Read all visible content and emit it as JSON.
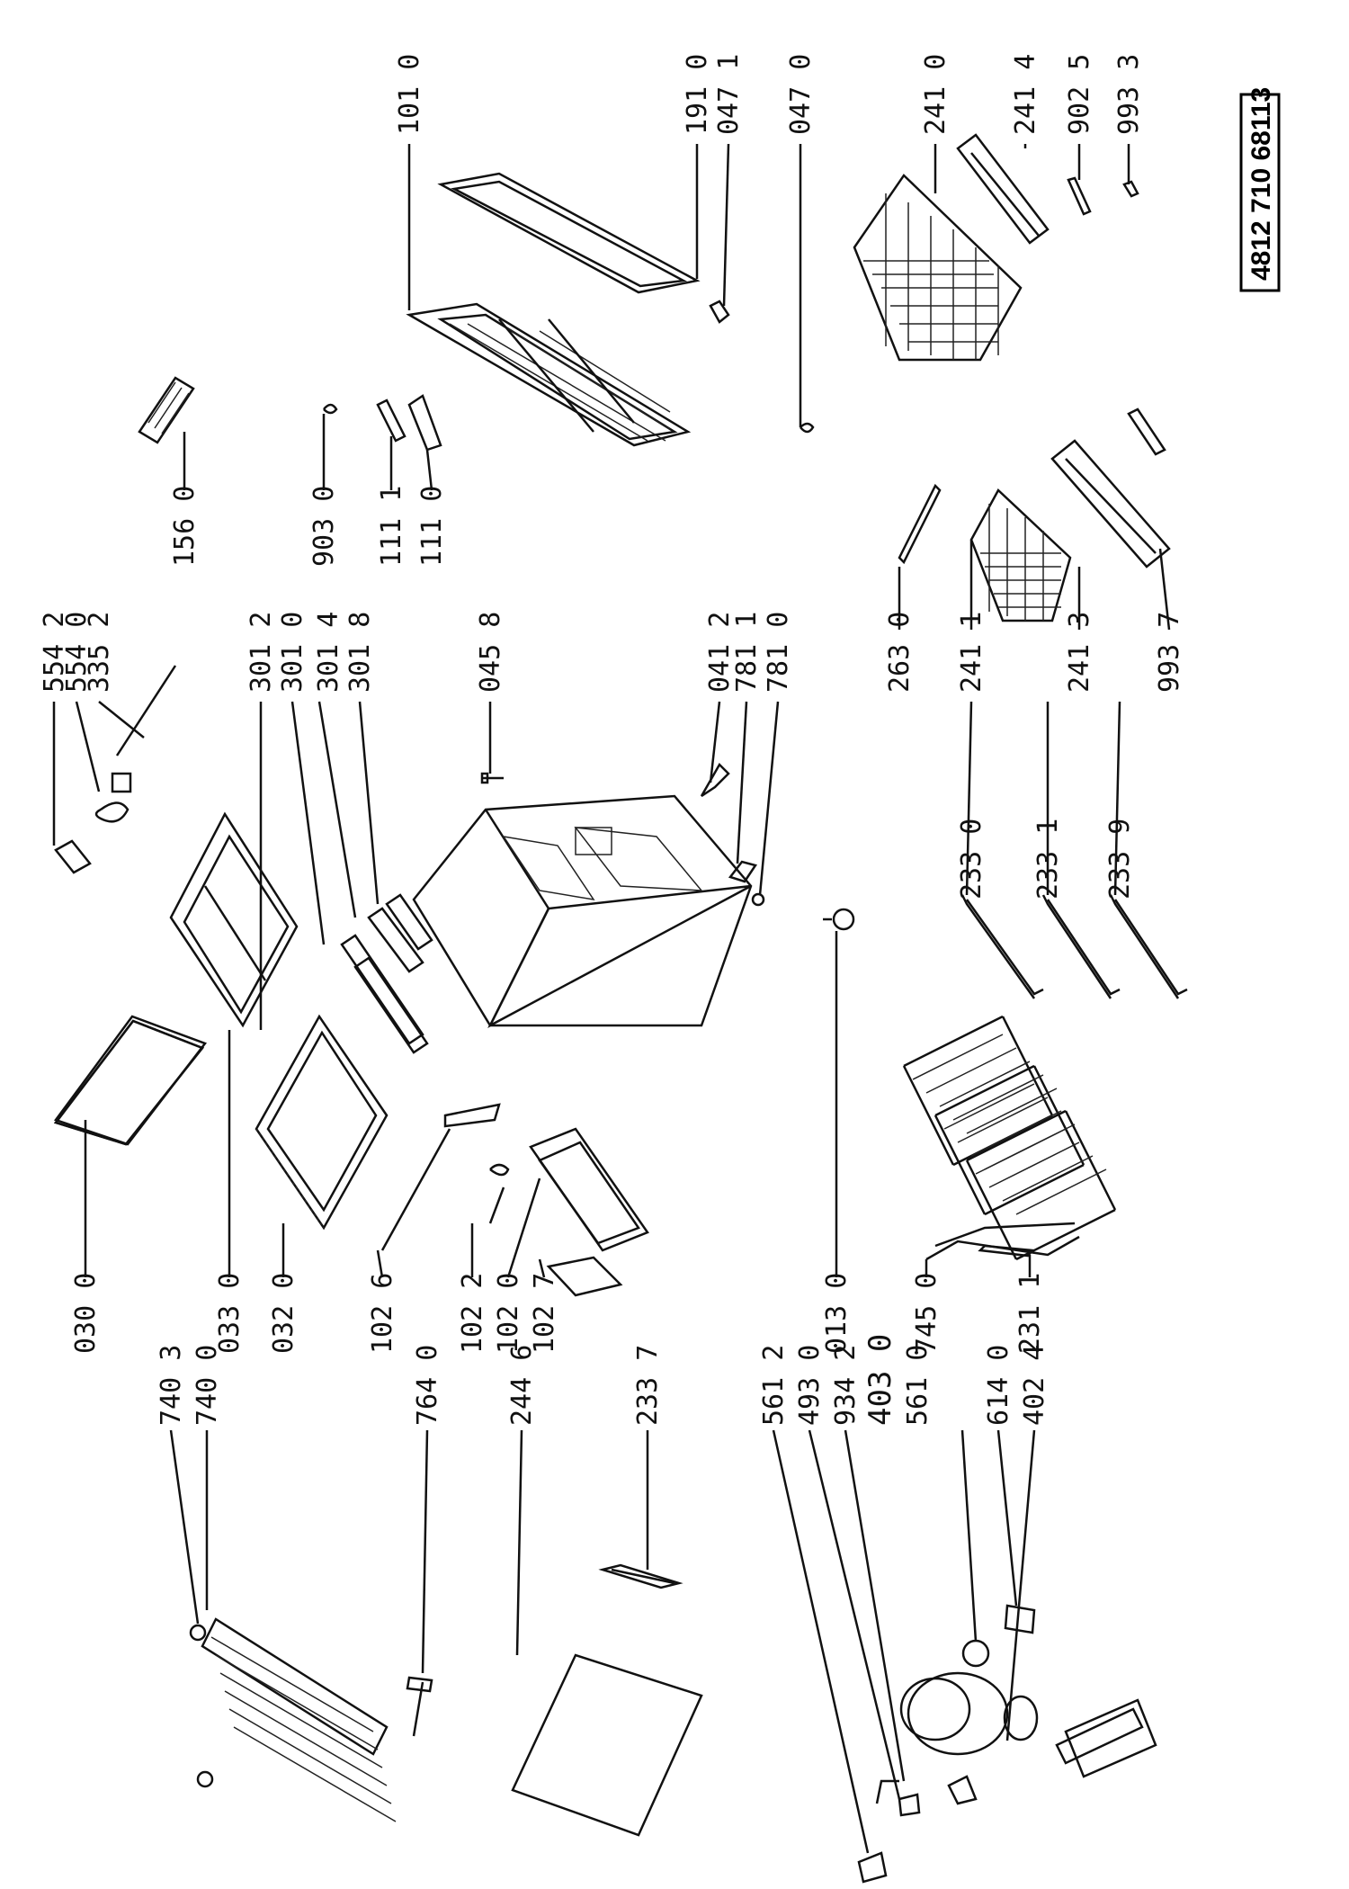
{
  "document_code": "4812 710 68113",
  "labels": {
    "l0300": "030 0",
    "l0330": "033 0",
    "l0320": "032 0",
    "l1026": "102 6",
    "l1022": "102 2",
    "l1020": "102 0",
    "l1027": "102 7",
    "l0130": "013 0",
    "l7450": "745 0",
    "l2311": "231 1",
    "l5542": "554 2",
    "l5540": "554 0",
    "l3352": "335 2",
    "l3012": "301 2",
    "l3010": "301 0",
    "l3014": "301 4",
    "l3018": "301 8",
    "l0458": "045 8",
    "l0412": "041 2",
    "l7811": "781 1",
    "l7810": "781 0",
    "l2330": "233 0",
    "l2331": "233 1",
    "l2339": "233 9",
    "l1560": "156 0",
    "l9030": "903 0",
    "l1111": "111 1",
    "l1110": "111 0",
    "l1010": "101 0",
    "l1910": "191 0",
    "l0471": "047 1",
    "l0470": "047 0",
    "l2630": "263 0",
    "l2411": "241 1",
    "l2413": "241 3",
    "l9937": "993 7",
    "l2410": "241 0",
    "l2414": "241 4",
    "l9025": "902 5",
    "l9933": "993 3",
    "l7403": "740 3",
    "l7400": "740 0",
    "l7640": "764 0",
    "l2446": "244 6",
    "l2337": "233 7",
    "l5612": "561 2",
    "l4930": "493 0",
    "l9342": "934 2",
    "l4030": "403 0",
    "l5610": "561 0",
    "l6140": "614 0",
    "l4024": "402 4"
  }
}
